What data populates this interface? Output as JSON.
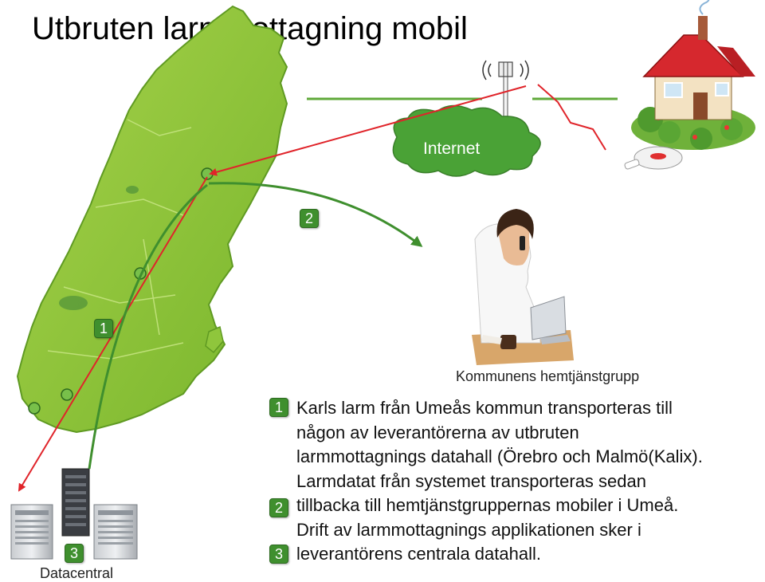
{
  "title": "Utbruten larmmottagning mobil",
  "internet_label": "Internet",
  "captions": {
    "team": "Kommunens hemtjänstgrupp",
    "datacenter": "Datacentral"
  },
  "badges": [
    "1",
    "2",
    "3"
  ],
  "description_lines": [
    "Karls larm från Umeås kommun transporteras till",
    "någon av leverantörerna av utbruten",
    "larmmottagnings datahall (Örebro och Malmö(Kalix).",
    "Larmdatat från systemet transporteras sedan",
    "tillbacka till hemtjänstgruppernas mobiler i Umeå.",
    "Drift av larmmottagnings applikationen sker i",
    "leverantörens centrala datahall."
  ],
  "colors": {
    "flow_red": "#e0242a",
    "flow_green": "#3f8f2e",
    "map_green": "#8fc63c",
    "cloud_green": "#4aa236",
    "badge_green": "#3f8f2e"
  },
  "icons": [
    "sweden-map",
    "cell-tower-icon",
    "house-icon",
    "alarm-device-icon",
    "cloud-icon",
    "woman-on-phone-photo",
    "server-icon"
  ]
}
